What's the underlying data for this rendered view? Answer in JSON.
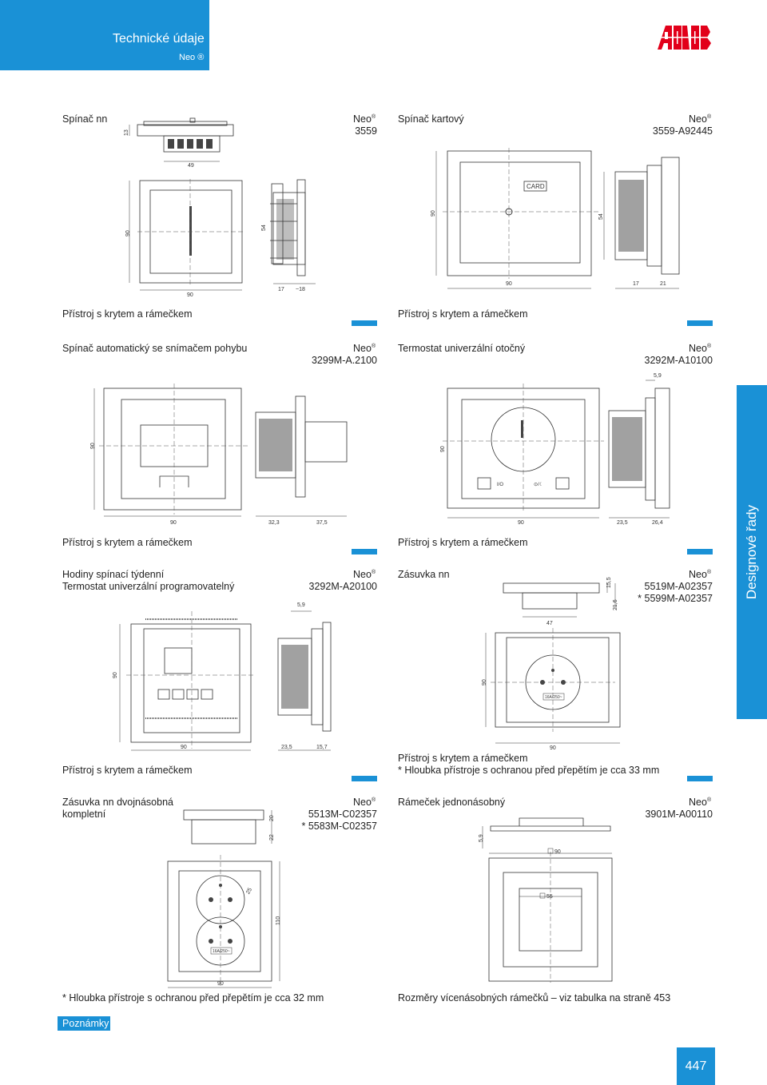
{
  "header": {
    "title": "Technické údaje",
    "subtitle": "Neo ®"
  },
  "side_tab": "Designové řady",
  "footer": {
    "notes": "Poznámky",
    "page_number": "447"
  },
  "frame_caption": "Přístroj s krytem a rámečkem",
  "products": [
    {
      "name": "Spínač nn",
      "brand": "Neo",
      "codes": "3559",
      "dims": {
        "d1": "13",
        "d2": "49",
        "d3": "90",
        "d4": "54",
        "d5": "90",
        "d6": "17",
        "d7": "~18"
      }
    },
    {
      "name": "Spínač kartový",
      "brand": "Neo",
      "codes": "3559-A92445",
      "card": "CARD",
      "dims": {
        "d1": "90",
        "d2": "54",
        "d3": "90",
        "d4": "17",
        "d5": "21"
      }
    },
    {
      "name": "Spínač automatický se snímačem pohybu",
      "brand": "Neo",
      "codes": "3299M-A.2100",
      "dims": {
        "d1": "90",
        "d2": "90",
        "d3": "32,3",
        "d4": "37,5"
      }
    },
    {
      "name": "Termostat univerzální otočný",
      "brand": "Neo",
      "codes": "3292M-A10100",
      "labels": {
        "a": "I/O",
        "b": "⊙/☾"
      },
      "dims": {
        "d1": "5,9",
        "d2": "90",
        "d3": "90",
        "d4": "23,5",
        "d5": "26,4"
      }
    },
    {
      "name": "Hodiny spínací týdenní",
      "name2": "Termostat univerzální programovatelný",
      "brand": "Neo",
      "codes": "3292M-A20100",
      "dims": {
        "d1": "5,9",
        "d2": "90",
        "d3": "90",
        "d4": "23,5",
        "d5": "15,7"
      }
    },
    {
      "name": "Zásuvka nn",
      "brand": "Neo",
      "codes": "5519M-A02357",
      "codes2": "* 5599M-A02357",
      "socket_label": "16A/250~",
      "dims": {
        "d1": "15,5",
        "d2": "21,6",
        "d3": "47",
        "d4": "90",
        "d5": "90"
      },
      "note": "* Hloubka přístroje s ochranou před přepětím je cca 33 mm"
    },
    {
      "name": "Zásuvka nn dvojnásobná",
      "name2": "kompletní",
      "brand": "Neo",
      "codes": "5513M-C02357",
      "codes2": "* 5583M-C02357",
      "socket_label": "16A/250~",
      "dims": {
        "d1": "20",
        "d2": "22",
        "d3": "25",
        "d4": "110",
        "d5": "90"
      },
      "note": "* Hloubka přístroje s ochranou před přepětím je cca 32 mm"
    },
    {
      "name": "Rámeček jednonásobný",
      "brand": "Neo",
      "codes": "3901M-A00110",
      "dims": {
        "d1": "5,9",
        "d2": "90",
        "d3": "55"
      },
      "note": "Rozměry vícenásobných rámečků – viz tabulka na straně 453"
    }
  ],
  "colors": {
    "accent": "#1a91d6",
    "logo": "#e2001a"
  }
}
